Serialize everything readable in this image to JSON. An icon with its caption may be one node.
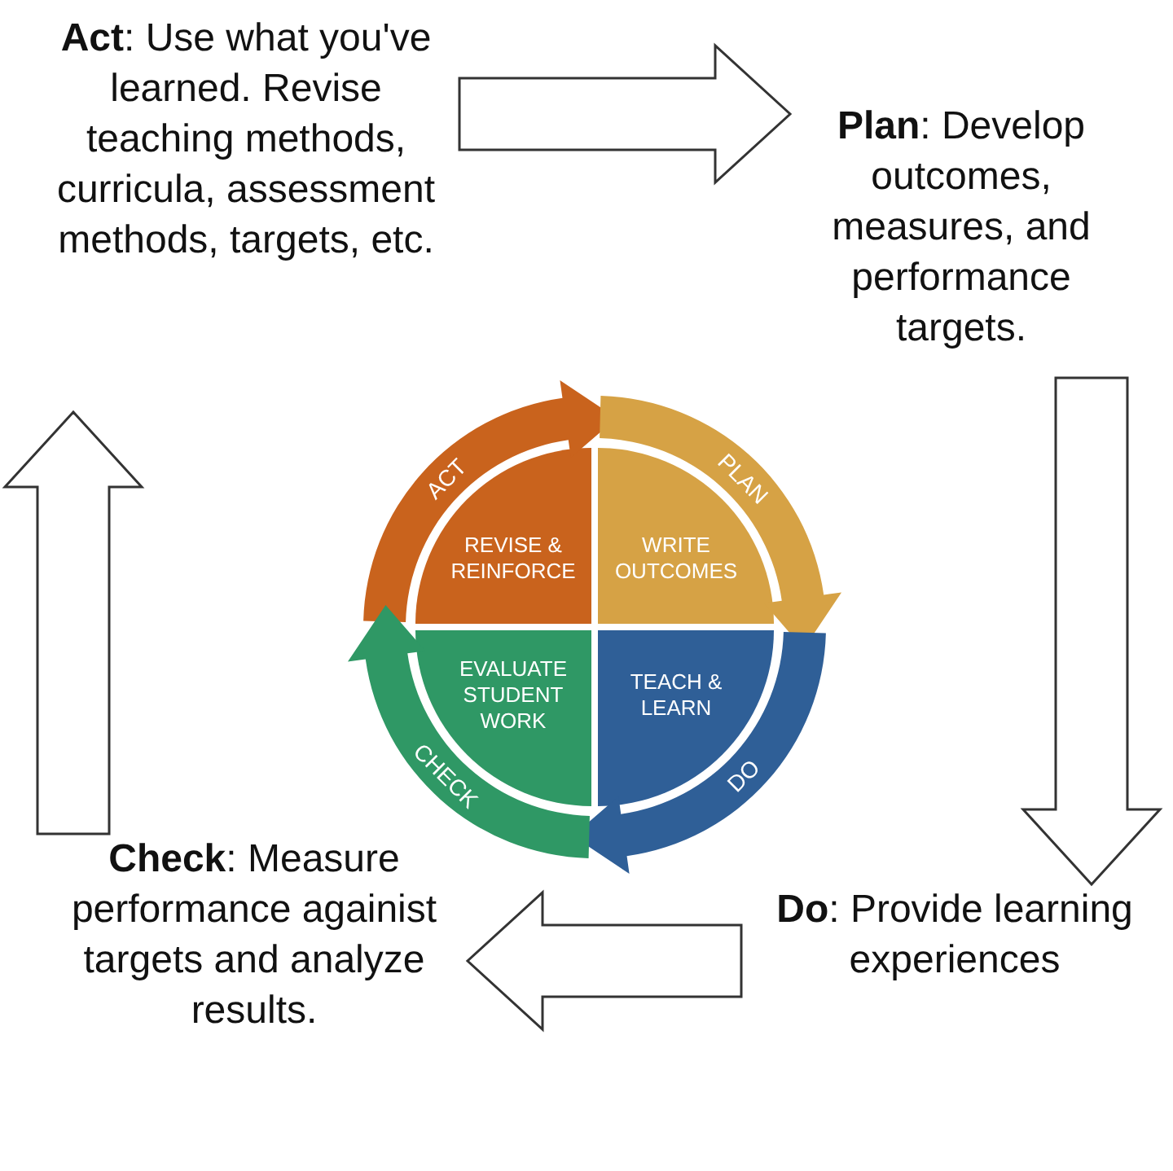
{
  "diagram": {
    "nodes": [
      {
        "text": [
          "**Act**: Use what you've learned. Revise teaching methods, curricula, assessment methods, targets, etc."
        ]
      },
      {
        "text": [
          "**Plan**: Develop outcomes, measures, and performance targets."
        ]
      },
      {
        "text": [
          "**Do**: Provide learning experiences"
        ]
      },
      {
        "text": [
          "**Check**: Measure performance againist targets and analyze results."
        ]
      },
      {
        "text": [
          "REVISE & REINFORCE"
        ]
      },
      {
        "text": [
          "WRITE OUTCOMES"
        ]
      },
      {
        "text": [
          "TEACH & LEARN"
        ]
      },
      {
        "text": [
          "EVALUATE STUDENT WORK"
        ]
      }
    ],
    "edges": [
      {
        "from": 0,
        "to": 1,
        "arrow": "to"
      },
      {
        "from": 1,
        "to": 2,
        "arrow": "to"
      },
      {
        "from": 2,
        "to": 3,
        "arrow": "to"
      },
      {
        "from": 3,
        "to": 0,
        "arrow": "to"
      },
      {
        "from": 4,
        "to": 5,
        "arrow": "to",
        "label": "ACT",
        "style": "thick",
        "color": "#c9631d"
      },
      {
        "from": 5,
        "to": 6,
        "arrow": "to",
        "label": "PLAN",
        "style": "thick",
        "color": "#d6a245"
      },
      {
        "from": 6,
        "to": 7,
        "arrow": "to",
        "label": "DO",
        "style": "thick",
        "color": "#2f5f97"
      },
      {
        "from": 7,
        "to": 4,
        "arrow": "to",
        "label": "CHECK",
        "style": "thick",
        "color": "#2f9865"
      }
    ]
  }
}
